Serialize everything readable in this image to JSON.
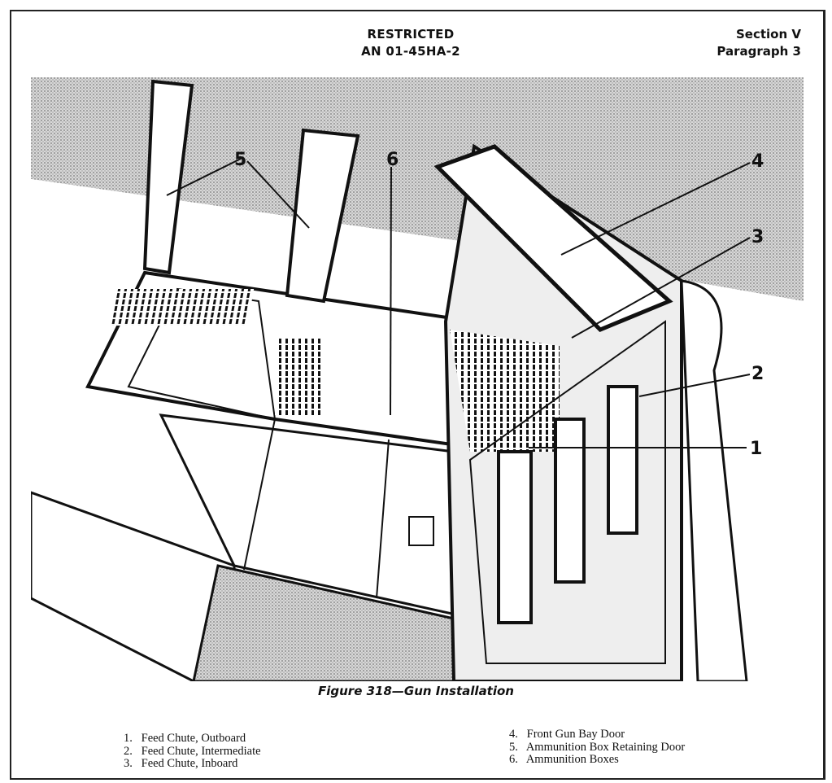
{
  "header": {
    "classification": "RESTRICTED",
    "doc_number": "AN 01-45HA-2",
    "section": "Section V",
    "paragraph": "Paragraph 3"
  },
  "figure": {
    "caption": "Figure 318—Gun Installation",
    "callouts": [
      "1",
      "2",
      "3",
      "4",
      "5",
      "6"
    ]
  },
  "legend": [
    {
      "num": "1.",
      "label": "Feed Chute, Outboard"
    },
    {
      "num": "2.",
      "label": "Feed Chute, Intermediate"
    },
    {
      "num": "3.",
      "label": "Feed Chute, Inboard"
    },
    {
      "num": "4.",
      "label": "Front Gun Bay Door"
    },
    {
      "num": "5.",
      "label": "Ammunition Box Retaining Door"
    },
    {
      "num": "6.",
      "label": "Ammunition Boxes"
    }
  ]
}
